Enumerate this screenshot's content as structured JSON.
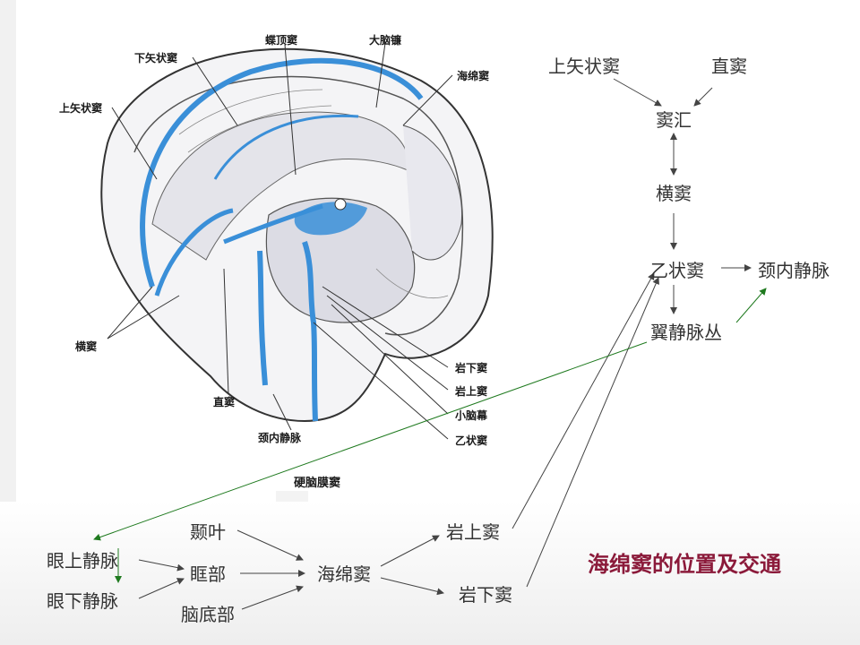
{
  "anatomy_labels": {
    "xia_shi_zhuang_dou": "下矢状窦",
    "die_ding_dou": "蝶顶窦",
    "da_nao_lian": "大脑镰",
    "hai_mian_dou": "海绵窦",
    "shang_shi_zhuang_dou": "上矢状窦",
    "heng_dou": "横窦",
    "zhi_dou": "直窦",
    "jing_nei_jing_mai": "颈内静脉",
    "yan_xia_dou": "岩下窦",
    "yan_shang_dou": "岩上窦",
    "xiao_nao_mu": "小脑幕",
    "yi_zhuang_dou": "乙状窦"
  },
  "figure_caption": "硬脑膜窦",
  "flow_nodes": {
    "shang_shi_zhuang_dou": "上矢状窦",
    "zhi_dou": "直窦",
    "dou_hui": "窦汇",
    "heng_dou": "横窦",
    "yi_zhuang_dou": "乙状窦",
    "jing_nei_jing_mai": "颈内静脉",
    "yi_jing_mai_cong": "翼静脉丛",
    "yan_shang_dou": "岩上窦",
    "yan_xia_dou": "岩下窦",
    "hai_mian_dou": "海绵窦",
    "nie_ye": "颞叶",
    "kuang_bu": "眶部",
    "nao_di_bu": "脑底部",
    "yan_shang_jing_mai": "眼上静脉",
    "yan_xia_jing_mai": "眼下静脉"
  },
  "slide_title": "海绵窦的位置及交通",
  "colors": {
    "sinus_blue": "#3a8fd8",
    "flow_arrow": "#444444",
    "green_arrow": "#1f7a1f",
    "title_red": "#8b1a3a"
  }
}
